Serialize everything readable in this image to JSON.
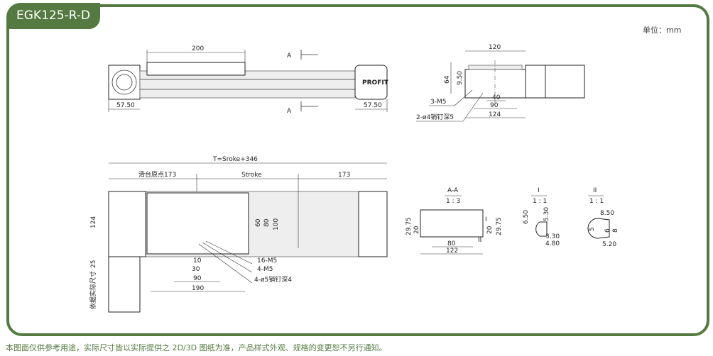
{
  "title": "EGK125-R-D",
  "unit": "单位：mm",
  "footer": "本图面仅供参考用途，实际尺寸皆以实际提供之 2D/3D 图纸为准，产品样式外观、规格的变更恕不另行通知。",
  "colors": {
    "brand": "#547a41"
  },
  "top_view": {
    "carriage_len": "200",
    "left_end": "57.50",
    "right_end": "57.50",
    "section_mark": "A",
    "logo": "PROFIT"
  },
  "end_view": {
    "width": "120",
    "height": "64",
    "hole_offset": "9.50",
    "d40": "40",
    "d90": "90",
    "d124": "124",
    "thread": "3-M5",
    "pin": "2-ø4销钉深5"
  },
  "bottom_view": {
    "total": "T=Sroke+346",
    "origin": "滑台原点173",
    "stroke": "Stroke",
    "end": "173",
    "h124": "124",
    "h25": "25",
    "motor_note": "依据实际尺寸",
    "d60": "60",
    "d80": "80",
    "d100": "100",
    "d10": "10",
    "d30": "30",
    "d90": "90",
    "d190": "190",
    "thread16": "16-M5",
    "thread4": "4-M5",
    "pin": "4-ø5销钉深4"
  },
  "section_aa": {
    "name": "A-A",
    "scale": "1 : 3",
    "h1": "29.75",
    "h2": "20",
    "h3": "20",
    "h4": "29.75",
    "w80": "80",
    "w122": "122",
    "mark1": "I",
    "mark2": "II"
  },
  "detail_1": {
    "name": "I",
    "scale": "1 : 1",
    "d650": "6.50",
    "d530": "5.30",
    "d330": "3.30",
    "d480": "4.80"
  },
  "detail_2": {
    "name": "II",
    "scale": "1 : 1",
    "d850": "8.50",
    "d5": "5",
    "d6": "6",
    "d8": "8",
    "d520": "5.20"
  }
}
